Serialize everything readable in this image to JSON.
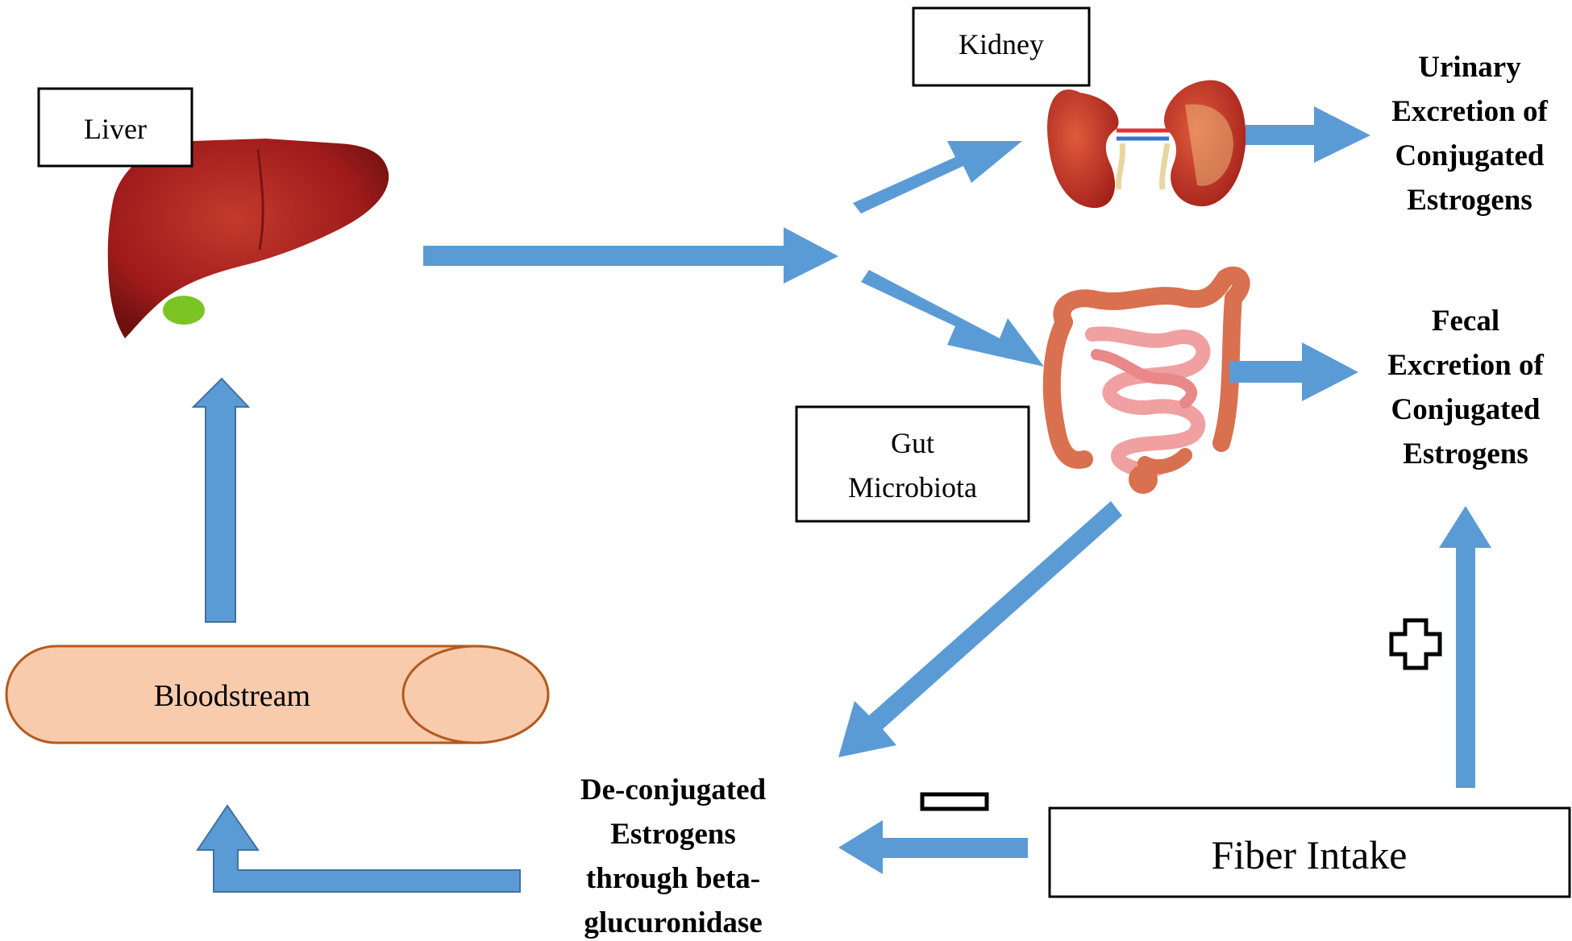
{
  "labels": {
    "liver": "Liver",
    "kidney": "Kidney",
    "gut_line1": "Gut",
    "gut_line2": "Microbiota",
    "bloodstream": "Bloodstream",
    "fiber_intake": "Fiber Intake",
    "urinary": [
      "Urinary",
      "Excretion of",
      "Conjugated",
      "Estrogens"
    ],
    "fecal": [
      "Fecal",
      "Excretion of",
      "Conjugated",
      "Estrogens"
    ],
    "deconjugated": [
      "De-conjugated",
      "Estrogens",
      "through beta-",
      "glucuronidase"
    ]
  },
  "signs": {
    "increase": "plus",
    "decrease": "minus"
  },
  "colors": {
    "arrow": "#5b9bd5",
    "bloodstream_fill": "#f8cbad",
    "bloodstream_stroke": "#b35a1f",
    "liver": "#9e1b1b",
    "gallbladder": "#7cc424",
    "kidney": "#c0392b",
    "intestine": "#e8807a"
  },
  "icons": {
    "liver": "liver-icon",
    "kidney": "kidneys-icon",
    "gut": "intestines-icon"
  }
}
